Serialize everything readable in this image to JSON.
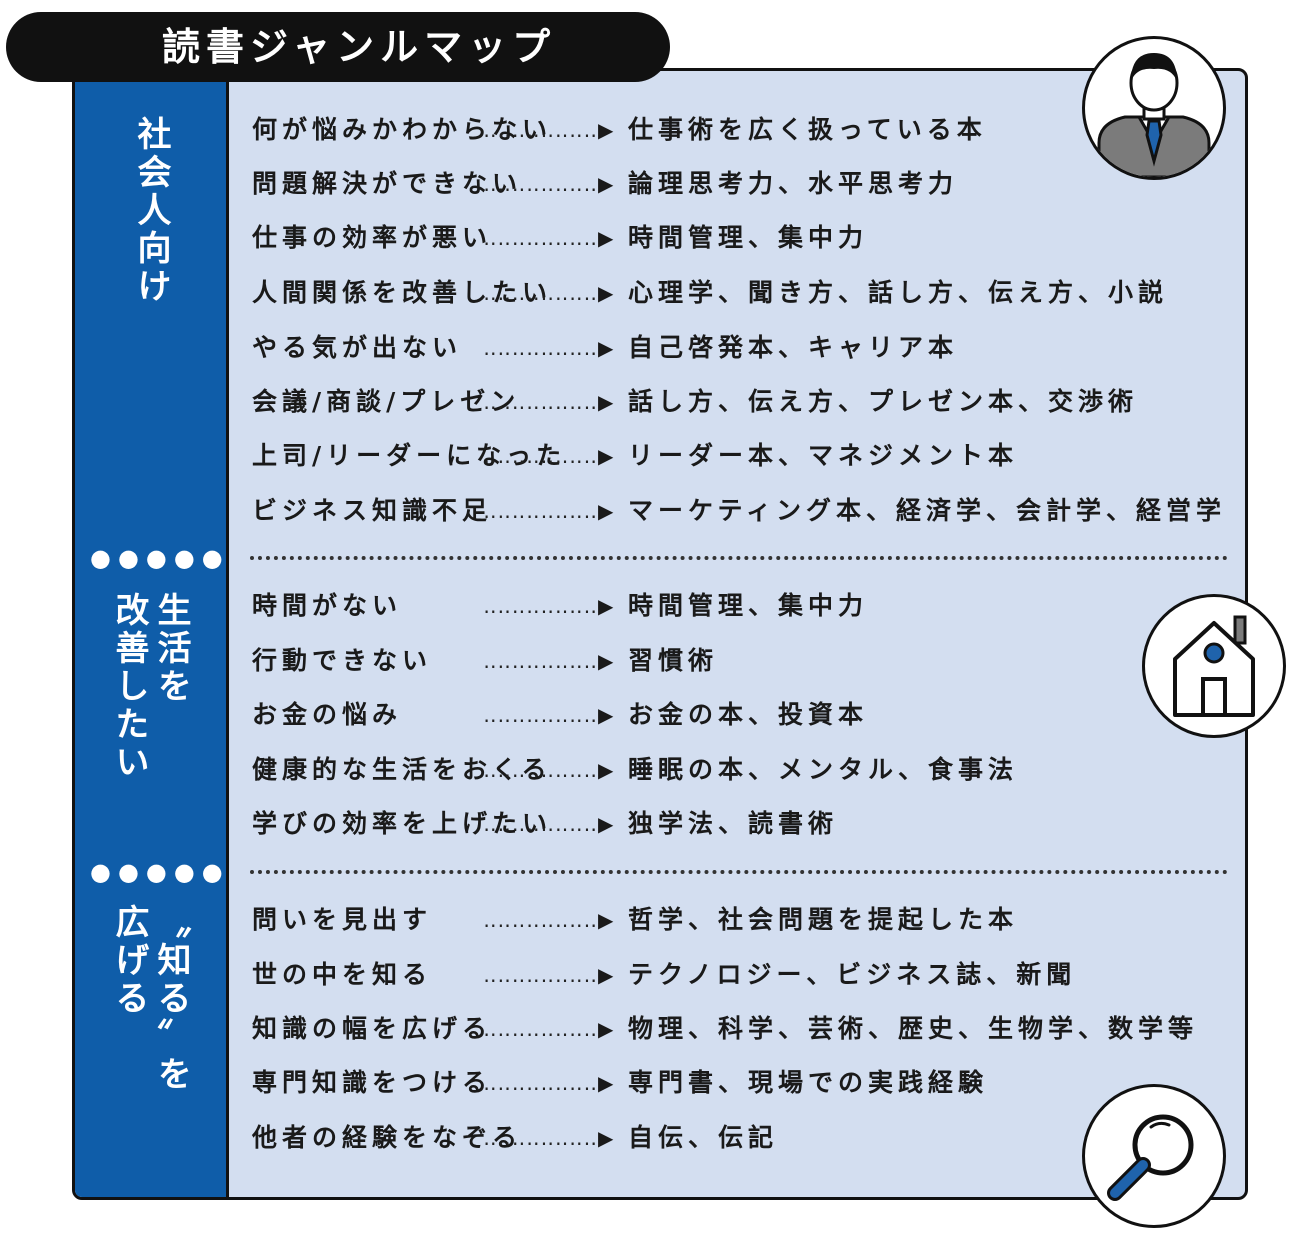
{
  "title": "読書ジャンルマップ",
  "sections": [
    {
      "label": "社会人向け",
      "rows": [
        {
          "problem": "何が悩みかわからない",
          "solution": "仕事術を広く扱っている本"
        },
        {
          "problem": "問題解決ができない",
          "solution": "論理思考力、水平思考力"
        },
        {
          "problem": "仕事の効率が悪い",
          "solution": "時間管理、集中力"
        },
        {
          "problem": "人間関係を改善したい",
          "solution": "心理学、聞き方、話し方、伝え方、小説"
        },
        {
          "problem": "やる気が出ない",
          "solution": "自己啓発本、キャリア本"
        },
        {
          "problem": "会議/商談/プレゼン",
          "solution": "話し方、伝え方、プレゼン本、交渉術"
        },
        {
          "problem": "上司/リーダーになった",
          "solution": "リーダー本、マネジメント本"
        },
        {
          "problem": "ビジネス知識不足",
          "solution": "マーケティング本、経済学、会計学、経営学"
        }
      ]
    },
    {
      "label_col1": "生活を",
      "label_col2": "改善したい",
      "rows": [
        {
          "problem": "時間がない",
          "solution": "時間管理、集中力"
        },
        {
          "problem": "行動できない",
          "solution": "習慣術"
        },
        {
          "problem": "お金の悩み",
          "solution": "お金の本、投資本"
        },
        {
          "problem": "健康的な生活をおくる",
          "solution": "睡眠の本、メンタル、食事法"
        },
        {
          "problem": "学びの効率を上げたい",
          "solution": "独学法、読書術"
        }
      ]
    },
    {
      "label_col1": "〝知る〟を",
      "label_col2": "広げる",
      "rows": [
        {
          "problem": "問いを見出す",
          "solution": "哲学、社会問題を提起した本"
        },
        {
          "problem": "世の中を知る",
          "solution": "テクノロジー、ビジネス誌、新聞"
        },
        {
          "problem": "知識の幅を広げる",
          "solution": "物理、科学、芸術、歴史、生物学、数学等"
        },
        {
          "problem": "専門知識をつける",
          "solution": "専門書、現場での実践経験"
        },
        {
          "problem": "他者の経験をなぞる",
          "solution": "自伝、伝記"
        }
      ]
    }
  ],
  "colors": {
    "band_blue": "#0f5da9",
    "panel_bg": "#d3def0",
    "ink": "#111111"
  },
  "icons": [
    "businessman-icon",
    "house-icon",
    "magnifier-icon"
  ]
}
